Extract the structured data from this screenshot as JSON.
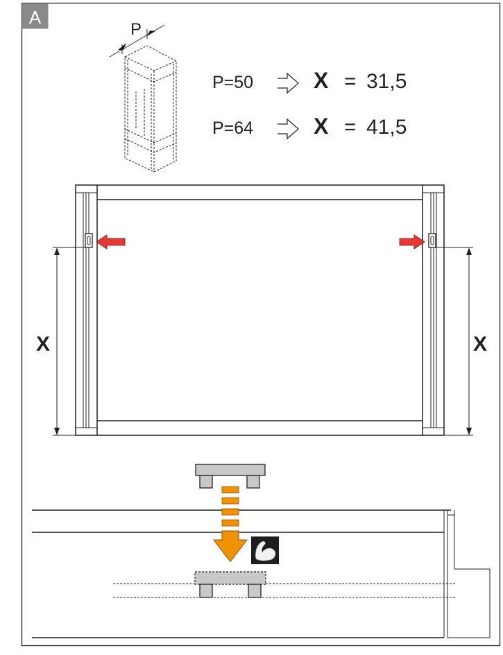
{
  "step_label": "A",
  "depth_label": "P",
  "rules": [
    {
      "p": "P=50",
      "x_label": "X",
      "equals": "=",
      "value": "31,5"
    },
    {
      "p": "P=64",
      "x_label": "X",
      "equals": "=",
      "value": "41,5"
    }
  ],
  "dimension_left": "X",
  "dimension_right": "X",
  "colors": {
    "arrow_red": "#e53935",
    "arrow_orange": "#f39200",
    "part_gray": "#c8c8c8",
    "line": "#231f20"
  },
  "icons": [
    "arrow-right-outline-icon",
    "strength-icon",
    "insert-arrow-icon"
  ]
}
